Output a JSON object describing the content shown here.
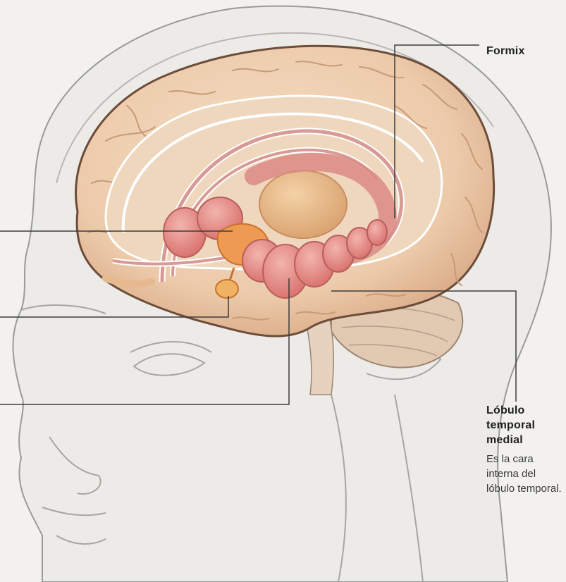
{
  "labels": {
    "formix": "Formix",
    "temporal_title": "Lóbulo temporal medial",
    "temporal_desc": "Es la cara interna del lóbulo temporal."
  },
  "colors": {
    "background": "#f2f1ee",
    "head_outline": "#9a9a96",
    "brain": "#eccbab",
    "brain_outline": "#6d4c3a",
    "limbic": "#df8a85",
    "thalamus": "#e3b27f",
    "hypothalamus": "#ee9a52",
    "leader_line": "#3c3c3c"
  }
}
